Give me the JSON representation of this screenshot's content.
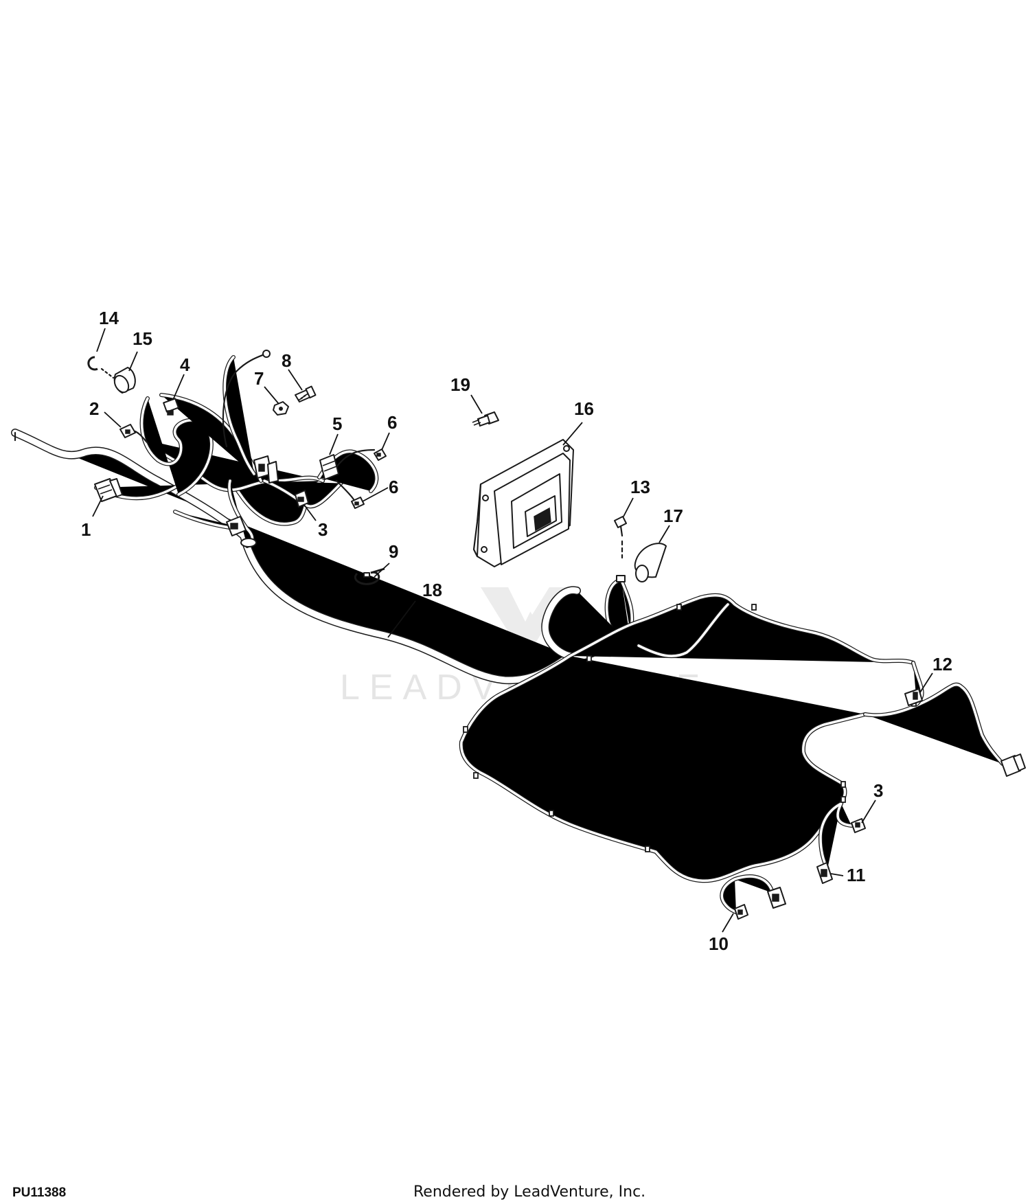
{
  "diagram": {
    "callouts": [
      "14",
      "15",
      "4",
      "8",
      "7",
      "2",
      "19",
      "16",
      "5",
      "6",
      "6",
      "13",
      "17",
      "1",
      "3",
      "9",
      "18",
      "12",
      "3",
      "11",
      "10"
    ],
    "reference_id": "PU11388",
    "credit": "Rendered by LeadVenture, Inc.",
    "watermark": "LEADVENTURE"
  }
}
